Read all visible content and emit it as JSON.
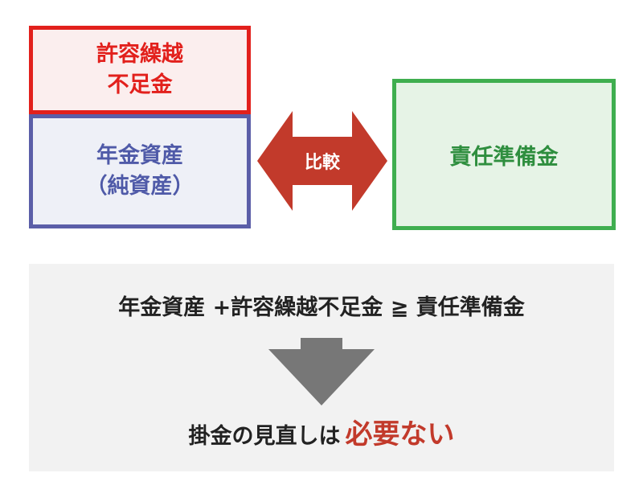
{
  "boxes": {
    "allowance": {
      "line1": "許容繰越",
      "line2": "不足金"
    },
    "assets": {
      "line1": "年金資産",
      "line2": "（純資産）"
    },
    "reserve": {
      "label": "責任準備金"
    }
  },
  "compare": {
    "label": "比較"
  },
  "formula": {
    "term_a": "年金資産",
    "plus": "+",
    "term_b": "許容繰越不足金",
    "operator": "≧",
    "term_c": "責任準備金"
  },
  "conclusion": {
    "lead": "掛金の見直しは",
    "emphasis": "必要ない"
  },
  "colors": {
    "red": "#e2201c",
    "blue": "#5b5ea8",
    "green": "#3fae4f",
    "arrow_red": "#c23a2b",
    "arrow_gray": "#777777"
  }
}
